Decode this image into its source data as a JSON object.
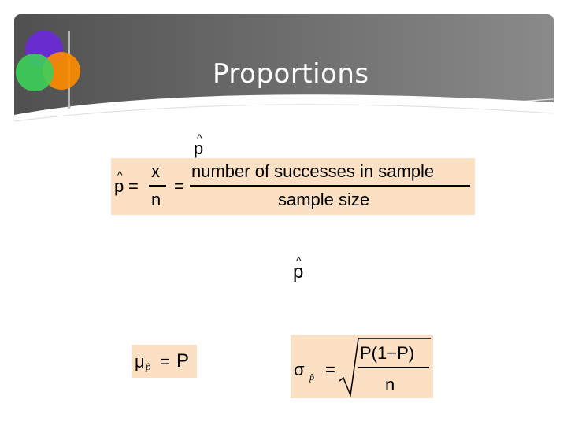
{
  "slide": {
    "title": "Proportions",
    "colors": {
      "band": "#6a6a6a",
      "formula_bg": "#fbe0c4",
      "title_text": "#ffffff"
    },
    "logo_icon": "overlapping-circles-logo"
  },
  "symbols": {
    "p": "p",
    "hat": "^"
  },
  "proportion_formula": {
    "lhs": "p",
    "equals1": "=",
    "numerator_x": "x",
    "denominator_n": "n",
    "equals2": "=",
    "numerator_text": "number of successes in sample",
    "denominator_text": "sample size"
  },
  "mean_formula": {
    "mu": "μ",
    "subscript": "p̂",
    "equals": "=",
    "rhs": "P"
  },
  "sd_formula": {
    "sigma": "σ",
    "subscript": "p̂",
    "equals": "=",
    "numerator": "P(1−P)",
    "denominator": "n"
  }
}
